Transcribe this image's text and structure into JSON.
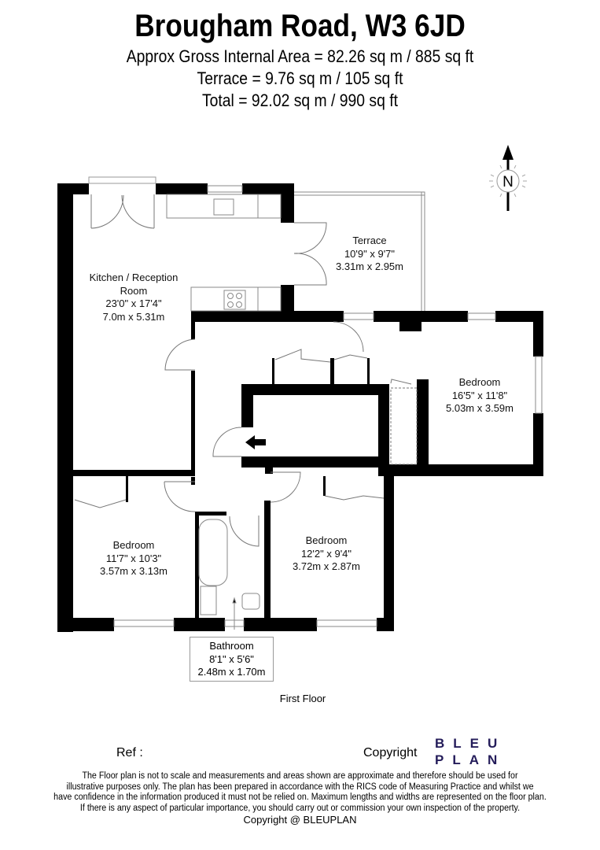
{
  "header": {
    "title": "Brougham Road, W3 6JD",
    "gross_internal_area": "Approx Gross Internal Area = 82.26 sq m / 885 sq ft",
    "terrace_area": "Terrace = 9.76 sq m / 105 sq ft",
    "total_area": "Total = 92.02 sq m / 990 sq ft"
  },
  "compass": {
    "label": "N"
  },
  "rooms": {
    "kitchen": {
      "name": "Kitchen / Reception",
      "name2": "Room",
      "imperial": "23'0\" x 17'4\"",
      "metric": "7.0m x 5.31m"
    },
    "terrace": {
      "name": "Terrace",
      "imperial": "10'9\" x 9'7\"",
      "metric": "3.31m x 2.95m"
    },
    "bedroom_east": {
      "name": "Bedroom",
      "imperial": "16'5\" x 11'8\"",
      "metric": "5.03m x 3.59m"
    },
    "bedroom_southwest": {
      "name": "Bedroom",
      "imperial": "11'7\" x 10'3\"",
      "metric": "3.57m x 3.13m"
    },
    "bedroom_south": {
      "name": "Bedroom",
      "imperial": "12'2\" x 9'4\"",
      "metric": "3.72m x 2.87m"
    },
    "bathroom": {
      "name": "Bathroom",
      "imperial": "8'1\" x 5'6\"",
      "metric": "2.48m x 1.70m"
    }
  },
  "floor_label": "First Floor",
  "footer": {
    "ref_label": "Ref  :",
    "copyright_label": "Copyright",
    "logo_line1": "BLEU",
    "logo_line2": "PLAN",
    "brand_color": "#241c5a",
    "disclaimer": [
      "The Floor plan is not to scale and measurements and areas shown are approximate and therefore should be used for",
      "illustrative purposes only. The plan has been prepared in accordance with the RICS code of Measuring Practice and whilst we",
      "have confidence in the information produced it must not be relied on. Maximum lengths and widths are represented on the floor plan.",
      "If there is any aspect of particular importance, you should carry out or commission your own inspection of the property."
    ],
    "copyright_notice": "Copyright @ BLEUPLAN"
  }
}
